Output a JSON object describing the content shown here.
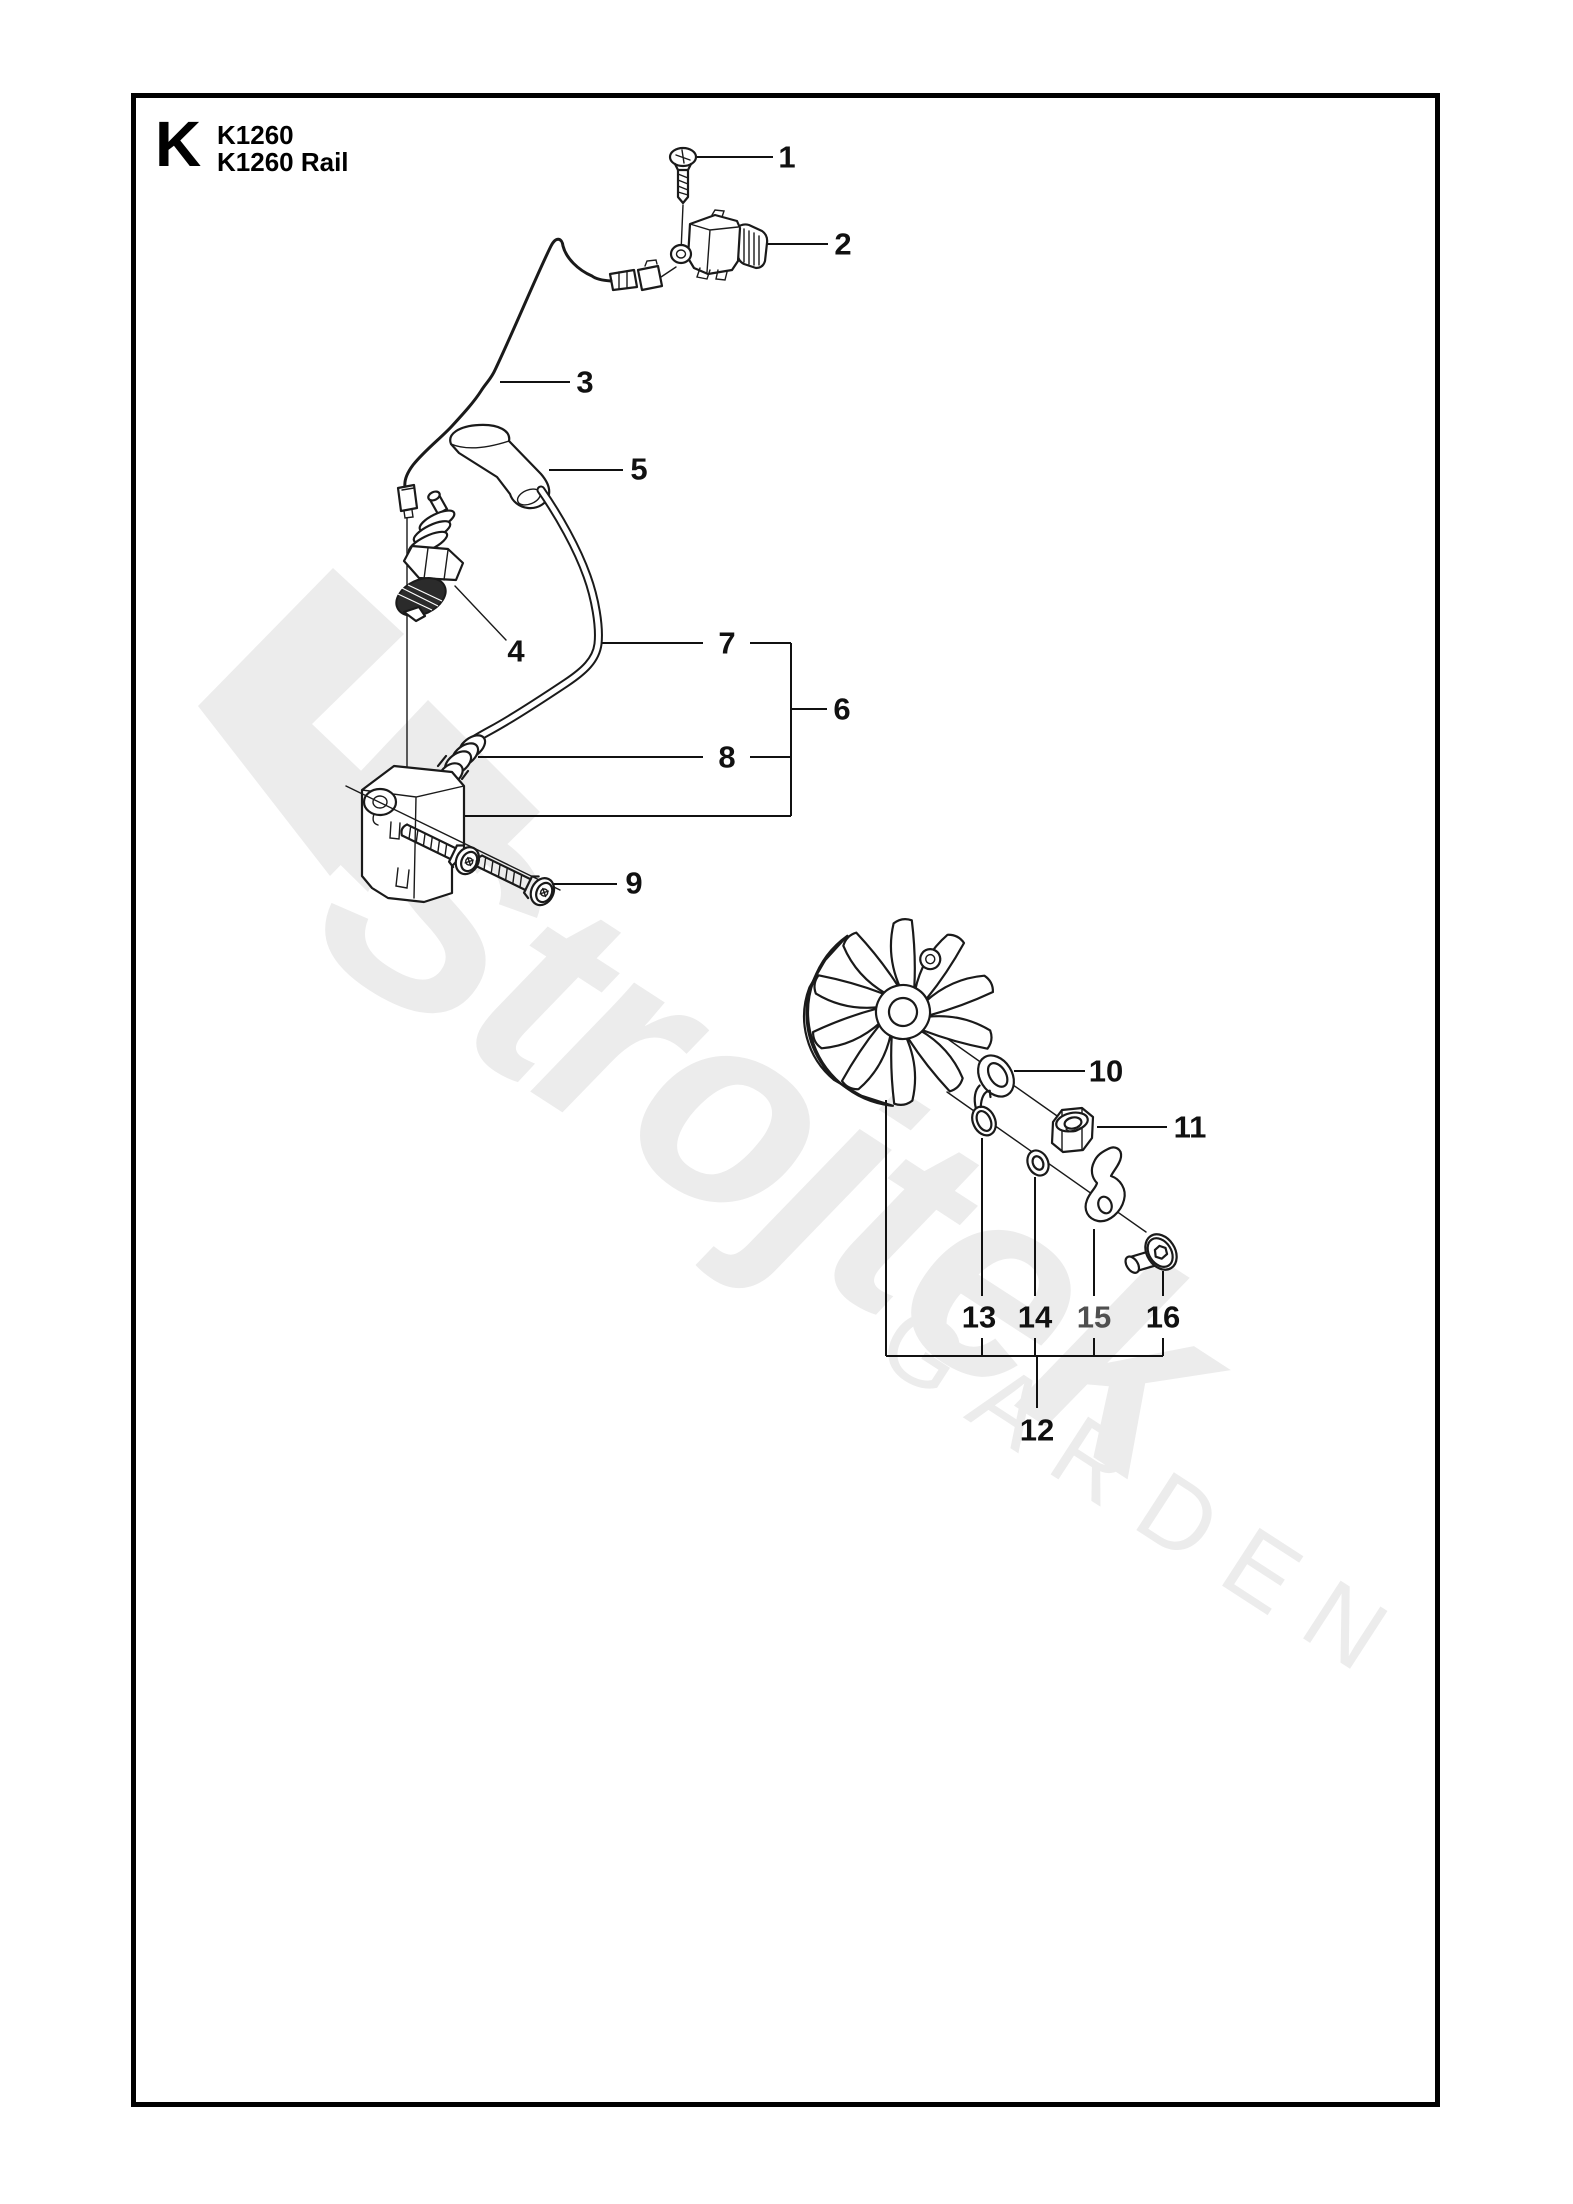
{
  "page": {
    "section_letter": "K",
    "model": "K1260",
    "section_title": "K1260 Rail"
  },
  "watermark": {
    "brand": "Strojtek",
    "subtitle": "GARDEN"
  },
  "part_labels": [
    "1",
    "2",
    "3",
    "4",
    "5",
    "6",
    "7",
    "8",
    "9",
    "10",
    "11",
    "12",
    "13",
    "14",
    "15",
    "16"
  ],
  "colors": {
    "line": "#1a1a1a",
    "label": "#111111",
    "label_muted": "#4f4f4f",
    "watermark": "#ececec",
    "border": "#000000",
    "background": "#ffffff"
  }
}
